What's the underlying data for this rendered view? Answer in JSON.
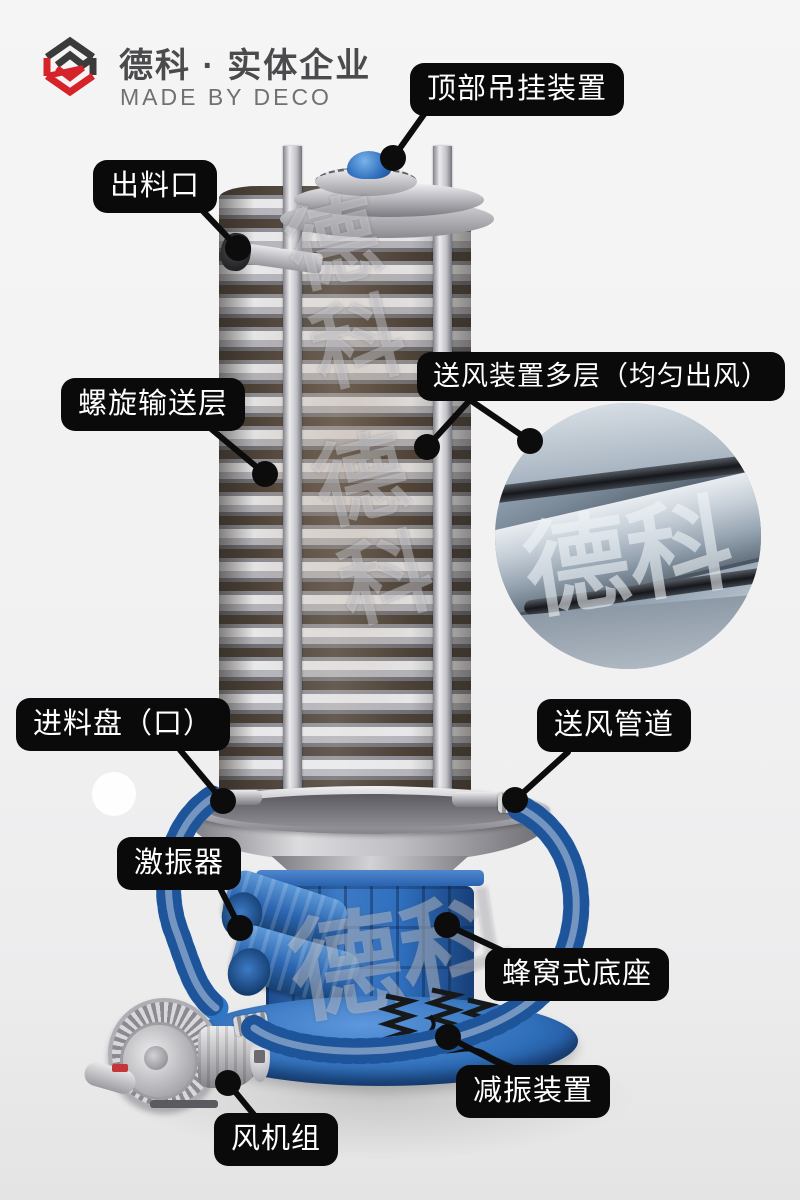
{
  "brand": {
    "title": "德科 · 实体企业",
    "subtitle": "MADE BY DECO"
  },
  "watermark": {
    "text": "德科"
  },
  "labels": {
    "top_hanger": "顶部吊挂装置",
    "outlet": "出料口",
    "air_layers": "送风装置多层（均匀出风）",
    "spiral_layer": "螺旋输送层",
    "feed_tray": "进料盘（口）",
    "air_duct": "送风管道",
    "exciter": "激振器",
    "honeycomb_base": "蜂窝式底座",
    "damper": "减振装置",
    "fan_unit": "风机组"
  },
  "colors": {
    "label_bg": "#0a0a0a",
    "label_text": "#ffffff",
    "machine_blue": "#2e6fbe",
    "hose_blue": "#2f76c4",
    "steel_gray": "#c9c9cd",
    "logo_red": "#d6232a",
    "logo_dark": "#3b3b3b",
    "background": "#f1f1f2"
  }
}
